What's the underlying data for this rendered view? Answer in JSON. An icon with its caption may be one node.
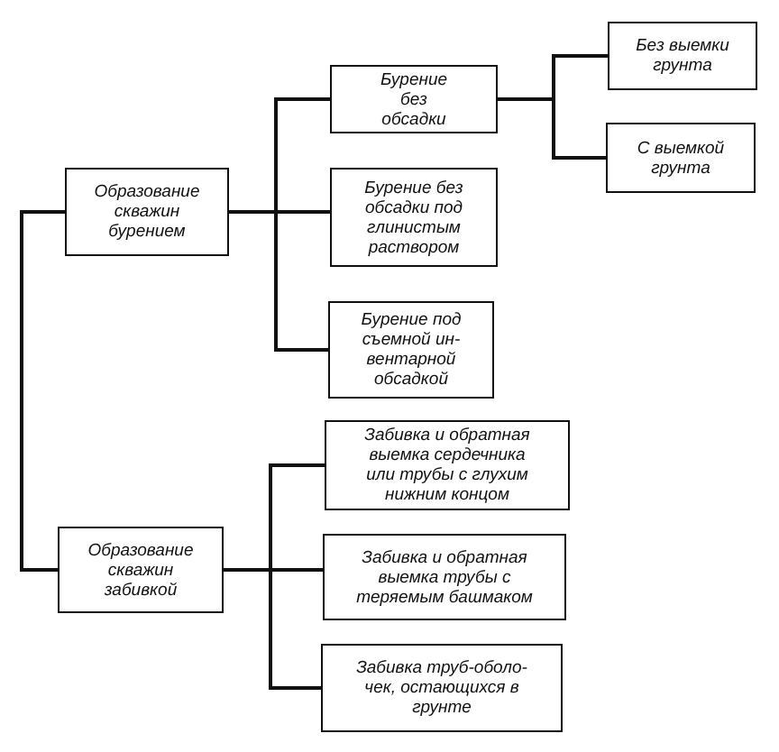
{
  "diagram": {
    "nodes": [
      {
        "text": [
          "Образование скважин бурением"
        ]
      },
      {
        "text": [
          "Бурение без обсадки"
        ]
      },
      {
        "text": [
          "Без выемки грунта"
        ]
      },
      {
        "text": [
          "С выемкой грунта"
        ]
      },
      {
        "text": [
          "Бурение без обсадки под глинистым раствором"
        ]
      },
      {
        "text": [
          "Бурение под съемной ин- вентарной обсадкой"
        ]
      },
      {
        "text": [
          "Забивка и обратная выемка сердечника или трубы с глухим нижним концом"
        ]
      },
      {
        "text": [
          "Образование скважин забивкой"
        ]
      },
      {
        "text": [
          "Забивка и обратная выемка трубы с теряемым башмаком"
        ]
      },
      {
        "text": [
          "Забивка труб-оболо- чек, остающихся в грунте"
        ]
      }
    ],
    "edges": [
      {
        "from": 0,
        "to": 7,
        "arrow": "none"
      },
      {
        "from": 0,
        "to": 1,
        "arrow": "none"
      },
      {
        "from": 0,
        "to": 4,
        "arrow": "none"
      },
      {
        "from": 0,
        "to": 5,
        "arrow": "none"
      },
      {
        "from": 1,
        "to": 2,
        "arrow": "none"
      },
      {
        "from": 1,
        "to": 3,
        "arrow": "none"
      },
      {
        "from": 7,
        "to": 6,
        "arrow": "none"
      },
      {
        "from": 7,
        "to": 8,
        "arrow": "none"
      },
      {
        "from": 7,
        "to": 9,
        "arrow": "none"
      }
    ]
  }
}
